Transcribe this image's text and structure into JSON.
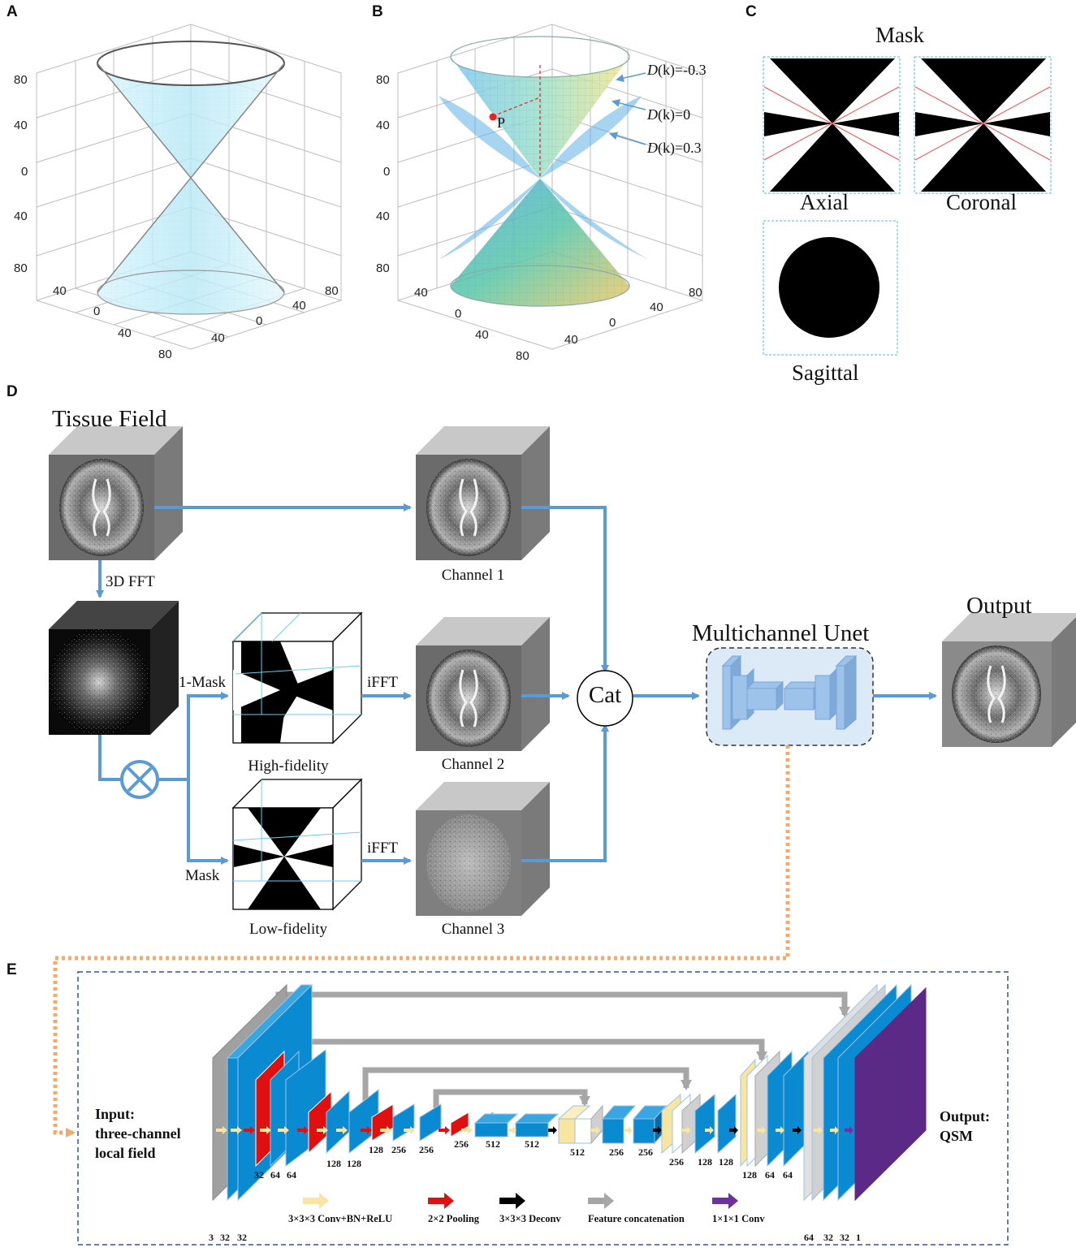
{
  "panels": {
    "a": "A",
    "b": "B",
    "c": "C",
    "d": "D",
    "e": "E"
  },
  "panel_a": {
    "z_ticks": [
      "80",
      "40",
      "0",
      "40",
      "80"
    ],
    "x_ticks": [
      "40",
      "0",
      "40",
      "80"
    ],
    "y_ticks": [
      "80",
      "40",
      "0",
      "40"
    ]
  },
  "panel_b": {
    "z_ticks": [
      "80",
      "40",
      "0",
      "40",
      "80"
    ],
    "x_ticks": [
      "40",
      "0",
      "40",
      "80"
    ],
    "y_ticks": [
      "80",
      "40",
      "0",
      "40"
    ],
    "point_label": "P",
    "labels": [
      {
        "prefix": "D",
        "text": "(k)=-0.3"
      },
      {
        "prefix": "D",
        "text": "(k)=0"
      },
      {
        "prefix": "D",
        "text": "(k)=0.3"
      }
    ]
  },
  "panel_c": {
    "title": "Mask",
    "axial": "Axial",
    "coronal": "Coronal",
    "sagittal": "Sagittal"
  },
  "panel_d": {
    "tissue_field": "Tissue Field",
    "fft3d": "3D FFT",
    "one_minus_mask": "1-Mask",
    "mask": "Mask",
    "ifft_top": "iFFT",
    "ifft_bottom": "iFFT",
    "high_fidelity": "High-fidelity",
    "low_fidelity": "Low-fidelity",
    "channel1": "Channel 1",
    "channel2": "Channel 2",
    "channel3": "Channel 3",
    "cat": "Cat",
    "unet": "Multichannel Unet",
    "output": "Output"
  },
  "panel_e": {
    "input_line1": "Input:",
    "input_line2": "three-channel",
    "input_line3": "local field",
    "output_line1": "Output:",
    "output_line2": "QSM",
    "channel_numbers": [
      "3",
      "32",
      "32",
      "32",
      "64",
      "64",
      "128",
      "128",
      "128",
      "256",
      "256",
      "256",
      "512",
      "512",
      "512",
      "256",
      "256",
      "256",
      "128",
      "128",
      "128",
      "64",
      "64",
      "64",
      "32",
      "32",
      "1"
    ],
    "legend": {
      "conv": "3×3×3 Conv+BN+ReLU",
      "pool": "2×2 Pooling",
      "deconv": "3×3×3 Deconv",
      "concat": "Feature concatenation",
      "conv1": "1×1×1 Conv"
    }
  },
  "colors": {
    "arrow_blue": "#5b9bd5",
    "orange_dots": "#f4a86a",
    "block_blue": "#0a8ad0",
    "pool_red": "#e01010",
    "out_purple": "#5b2a86",
    "skip_gray": "#a6a6a6",
    "conv_yellow": "#f8e6a0"
  }
}
